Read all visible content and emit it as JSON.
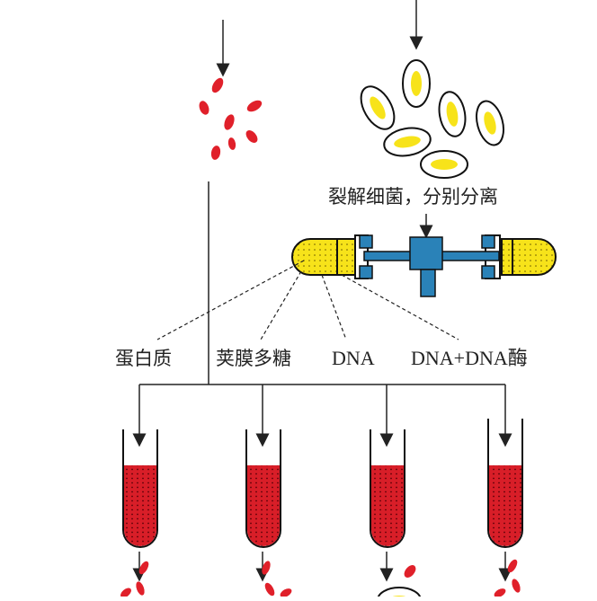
{
  "labels": {
    "lyse_step": "裂解细菌，分别分离",
    "fraction_protein": "蛋白质",
    "fraction_polysaccharide": "荚膜多糖",
    "fraction_dna": "DNA",
    "fraction_dna_dnase": "DNA+DNA酶"
  },
  "colors": {
    "cell_red": "#e0202a",
    "capsule_yellow": "#f7e31a",
    "centrifuge_blue": "#2a82b8",
    "medium_red": "#d81e28",
    "line": "#222222"
  },
  "icons": {
    "rough_bacteria": "red-bacteria-cluster",
    "smooth_bacteria": "yellow-encapsulated-bacteria",
    "centrifuge": "centrifuge-icon",
    "tube": "test-tube-icon"
  }
}
